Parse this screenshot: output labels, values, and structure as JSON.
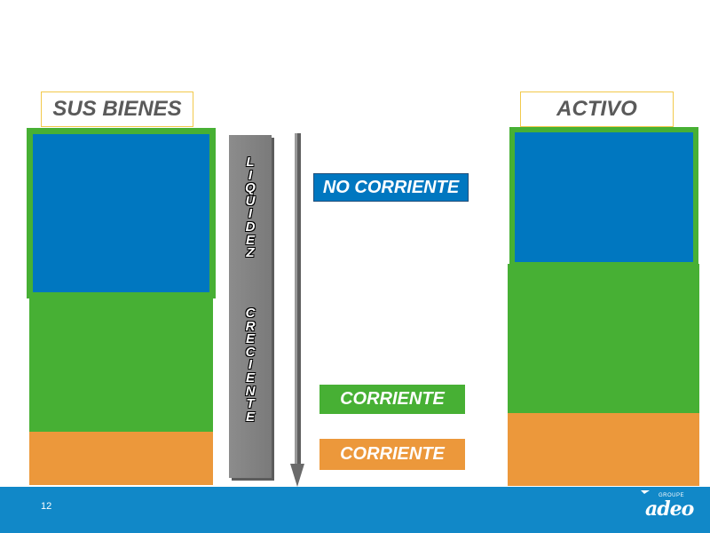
{
  "left_title": "SUS BIENES",
  "right_title": "ACTIVO",
  "liquidity_word_1": [
    "L",
    "I",
    "Q",
    "U",
    "I",
    "D",
    "E",
    "Z"
  ],
  "liquidity_word_2": [
    "C",
    "R",
    "E",
    "C",
    "I",
    "E",
    "N",
    "T",
    "E"
  ],
  "labels": {
    "no_corriente": "NO CORRIENTE",
    "corriente_green": "CORRIENTE",
    "corriente_orange": "CORRIENTE"
  },
  "footer": {
    "page_number": "12",
    "logo_small": "GROUPE",
    "logo_main": "adeo"
  },
  "colors": {
    "blue": "#0077c0",
    "green": "#47b034",
    "orange": "#ec983b",
    "footer": "#1188c8",
    "gray_bar": "#808080"
  }
}
